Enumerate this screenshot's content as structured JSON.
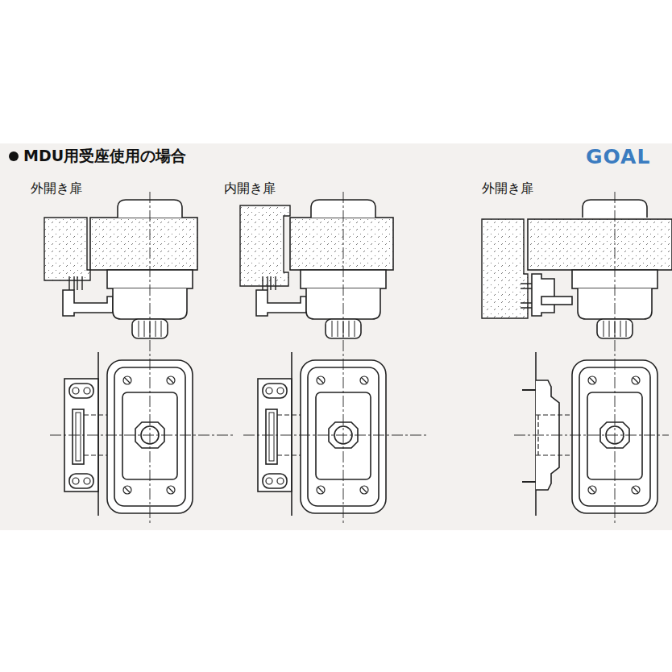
{
  "diagram": {
    "title": "MDU用受座使用の場合",
    "labels": [
      "GOAL",
      "外開き扉",
      "内開き扉",
      "外開き扉"
    ]
  }
}
